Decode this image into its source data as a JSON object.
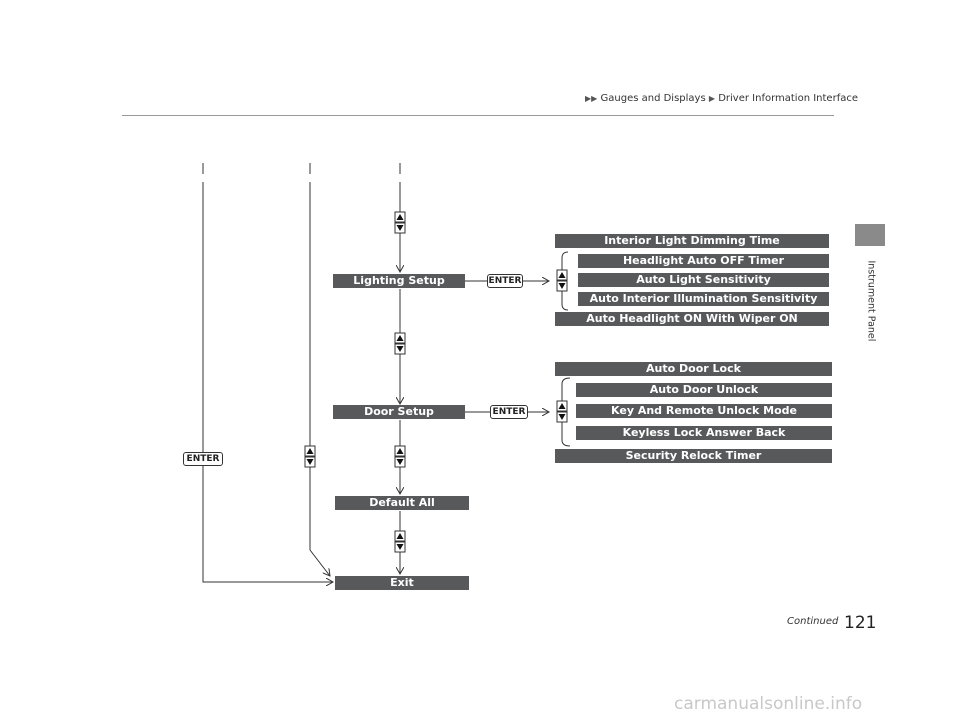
{
  "header": {
    "breadcrumb_1": "Gauges and Displays",
    "breadcrumb_2": "Driver Information Interface"
  },
  "side_tab": {
    "label": "Instrument Panel"
  },
  "footer": {
    "continued": "Continued",
    "page_number": "121",
    "watermark": "carmanualsonline.info"
  },
  "diagram": {
    "main_menu": {
      "lighting_setup": "Lighting Setup",
      "door_setup": "Door Setup",
      "default_all": "Default All",
      "exit": "Exit"
    },
    "enter_label": "ENTER",
    "lighting_items": [
      "Interior Light Dimming Time",
      "Headlight Auto OFF Timer",
      "Auto Light Sensitivity",
      "Auto Interior Illumination Sensitivity",
      "Auto Headlight ON With Wiper ON"
    ],
    "door_items": [
      "Auto Door Lock",
      "Auto Door Unlock",
      "Key And Remote Unlock Mode",
      "Keyless Lock Answer Back",
      "Security Relock Timer"
    ],
    "icons": [
      "arrow-up-button-icon",
      "arrow-down-button-icon"
    ]
  }
}
